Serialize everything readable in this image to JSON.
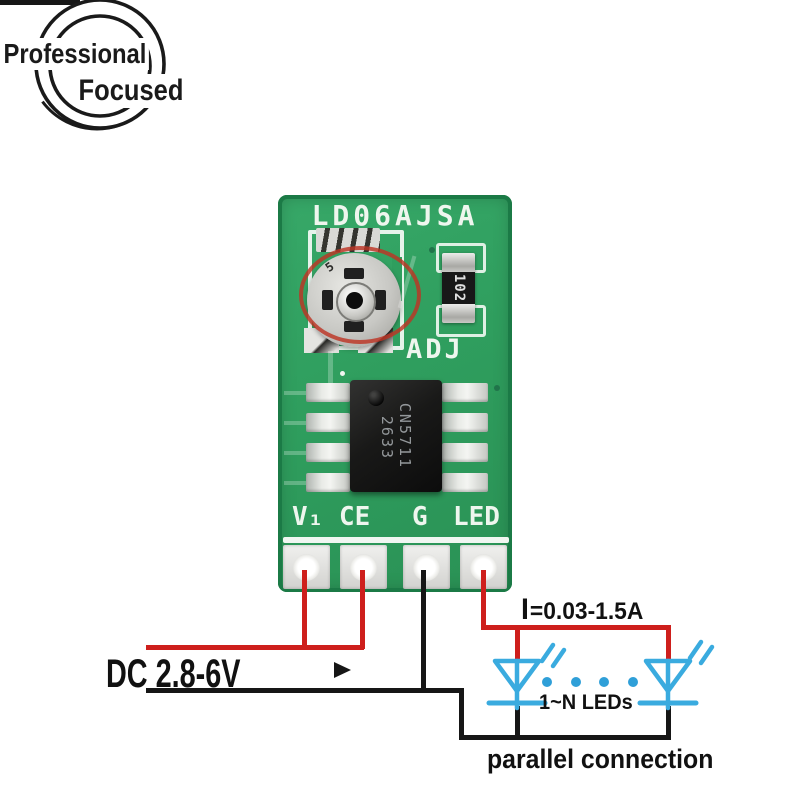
{
  "logo": {
    "line1": "Professional",
    "line2": "Focused"
  },
  "pcb": {
    "title": "LD06AJSA",
    "adj_label": "ADJ",
    "resistor_marking": "102",
    "pot_dial_marking": "5",
    "ic_marking": [
      "CN5711",
      "2633"
    ],
    "pin_labels": [
      "V₁",
      "CE",
      "G",
      "LED"
    ]
  },
  "wiring": {
    "supply_label": "DC 2.8-6V",
    "current_prefix": "I",
    "current_value": "=0.03-1.5A",
    "led_count_label": "1~N LEDs",
    "connection_label": "parallel connection"
  },
  "colors": {
    "pcb_green": "#2f9e5e",
    "pcb_edge_green": "#1b7a46",
    "wire_red": "#ce1f1c",
    "wire_black": "#161616",
    "led_blue": "#3aabdf",
    "dot_blue": "#2f9fd8",
    "annotation_circle_red": "#bd3525",
    "silkscreen_white": "#eef6ee"
  }
}
